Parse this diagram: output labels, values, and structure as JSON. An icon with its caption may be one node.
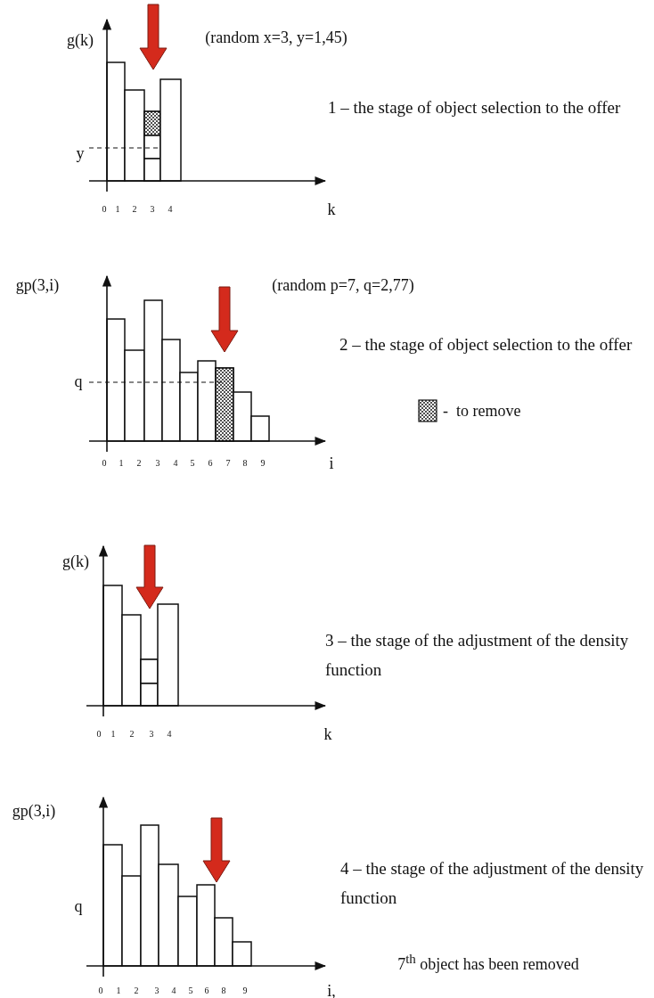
{
  "diagram": {
    "labels": [
      "g(k)",
      "(random x=3, y=1,45)",
      "y",
      "0",
      "1",
      "2",
      "3",
      "4",
      "k",
      "1 – the stage of object selection to the offer",
      "gp(3,i)",
      "(random p=7, q=2,77)",
      "q",
      "0",
      "1",
      "2",
      "3",
      "4",
      "5",
      "6",
      "7",
      "8",
      "9",
      "i",
      "2 – the stage of object selection to the offer",
      "g(k)",
      "0",
      "1",
      "2",
      "3",
      "4",
      "k",
      "3 – the stage of the adjustment of the density function",
      "gp(3,i)",
      "q",
      "0",
      "1",
      "2",
      "3",
      "4",
      "5",
      "6",
      "8",
      "9",
      "i,",
      "4 – the stage of the adjustment of the density function",
      "7$^{th}$ object has been removed"
    ],
    "legend": [
      {
        "text": "-  to remove"
      }
    ]
  }
}
